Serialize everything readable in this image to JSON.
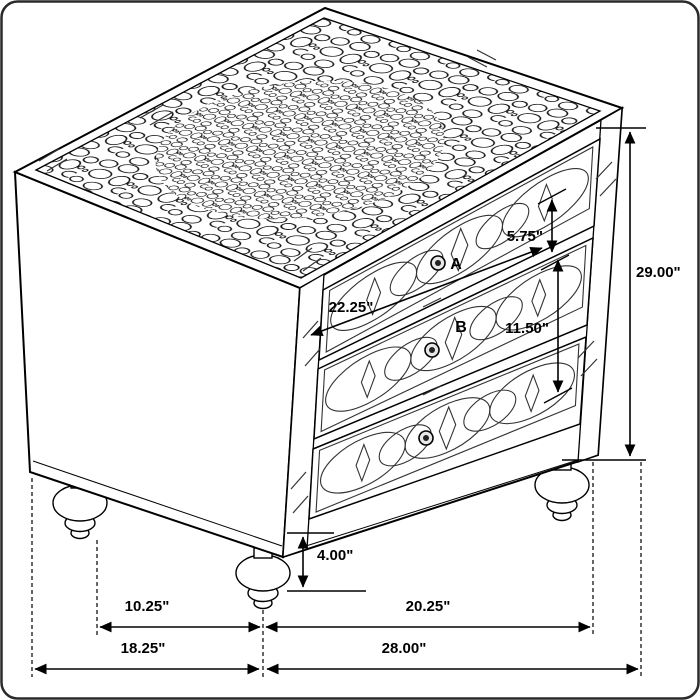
{
  "diagram": {
    "callouts": {
      "a": "A",
      "b": "B"
    },
    "dimensions": {
      "top_drawer_height": "5.75\"",
      "overall_height": "29.00\"",
      "drawer_width": "22.25\"",
      "lower_drawer_height": "11.50\"",
      "leg_height": "4.00\"",
      "base_depth_inner": "10.25\"",
      "base_width_inner": "20.25\"",
      "overall_depth": "18.25\"",
      "overall_width": "28.00\""
    },
    "colors": {
      "line": "#000000",
      "callout": "#cc1111",
      "background": "#ffffff"
    }
  }
}
